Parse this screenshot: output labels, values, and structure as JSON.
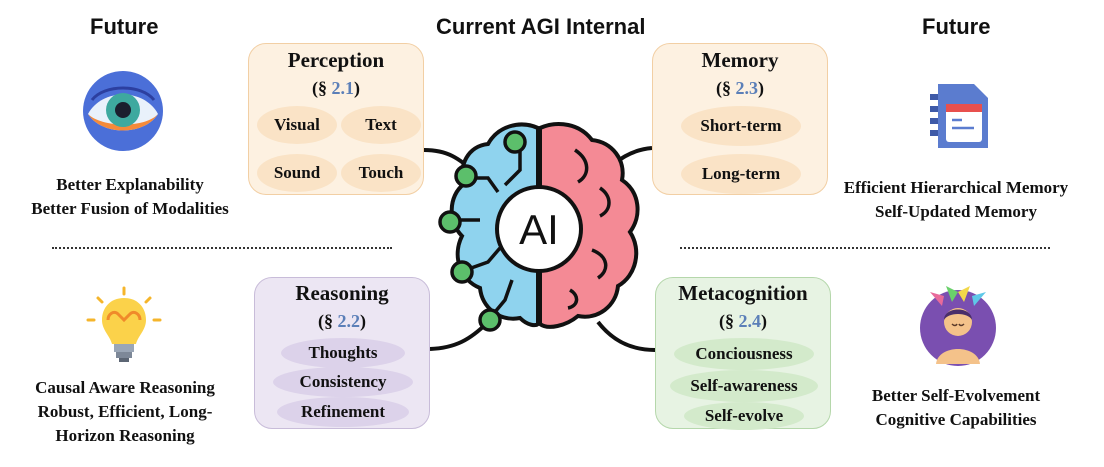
{
  "headers": {
    "future_left": "Future",
    "center": "Current AGI Internal",
    "future_right": "Future"
  },
  "brain": {
    "label": "AI"
  },
  "perception": {
    "title": "Perception",
    "ref_open": "(§ ",
    "ref_num": "2.1",
    "ref_close": ")",
    "items": [
      "Visual",
      "Text",
      "Sound",
      "Touch"
    ],
    "colors": {
      "fill": "#fdf1e1",
      "border": "#f2cfa4",
      "pill": "#fae3c6"
    }
  },
  "memory": {
    "title": "Memory",
    "ref_open": "(§ ",
    "ref_num": "2.3",
    "ref_close": ")",
    "items": [
      "Short-term",
      "Long-term"
    ],
    "colors": {
      "fill": "#fdf1e1",
      "border": "#f2cfa4",
      "pill": "#fae3c6"
    }
  },
  "reasoning": {
    "title": "Reasoning",
    "ref_open": "(§ ",
    "ref_num": "2.2",
    "ref_close": ")",
    "items": [
      "Thoughts",
      "Consistency",
      "Refinement"
    ],
    "colors": {
      "fill": "#ece6f3",
      "border": "#c8bcd9",
      "pill": "#dcd2ea"
    }
  },
  "metacognition": {
    "title": "Metacognition",
    "ref_open": "(§ ",
    "ref_num": "2.4",
    "ref_close": ")",
    "items": [
      "Conciousness",
      "Self-awareness",
      "Self-evolve"
    ],
    "colors": {
      "fill": "#e7f3e3",
      "border": "#b5d7ab",
      "pill": "#d3eacb"
    }
  },
  "captions": {
    "top_left": [
      "Better Explanability",
      "Better Fusion of Modalities"
    ],
    "top_right": [
      "Efficient Hierarchical Memory",
      "Self-Updated Memory"
    ],
    "bottom_left": [
      "Causal Aware Reasoning",
      "Robust, Efficient, Long-",
      "Horizon Reasoning"
    ],
    "bottom_right": [
      "Better Self-Evolvement",
      "Cognitive Capabilities"
    ]
  },
  "icons": {
    "top_left": "eye-icon",
    "top_right": "memory-card-icon",
    "bottom_left": "lightbulb-icon",
    "bottom_right": "meditation-icon"
  },
  "accent": {
    "ref_number": "#5b7fb8",
    "brain_left": "#8fd3ee",
    "brain_right": "#f48a95",
    "node": "#5cbf6b"
  }
}
